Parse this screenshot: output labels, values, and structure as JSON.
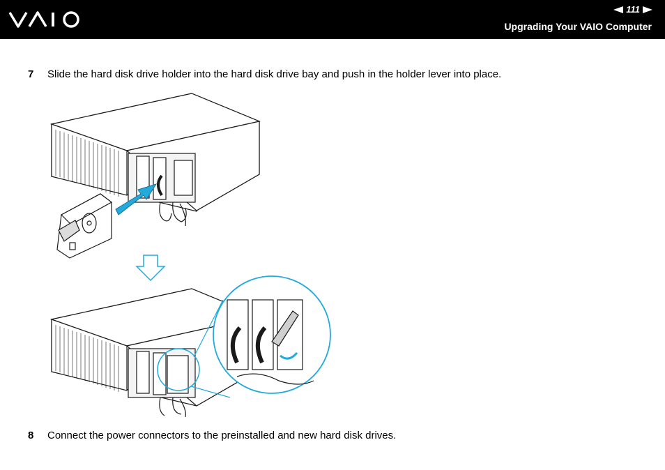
{
  "header": {
    "page_number": "111",
    "section_title": "Upgrading Your VAIO Computer",
    "logo": "vaio-logo",
    "prev_icon": "prev-page-arrow-icon",
    "next_icon": "next-page-arrow-icon"
  },
  "steps": [
    {
      "number": "7",
      "text": "Slide the hard disk drive holder into the hard disk drive bay and push in the holder lever into place."
    },
    {
      "number": "8",
      "text": "Connect the power connectors to the preinstalled and new hard disk drives."
    }
  ],
  "figure": {
    "accent_color": "#22aadd",
    "stroke_color": "#1a1a1a"
  }
}
